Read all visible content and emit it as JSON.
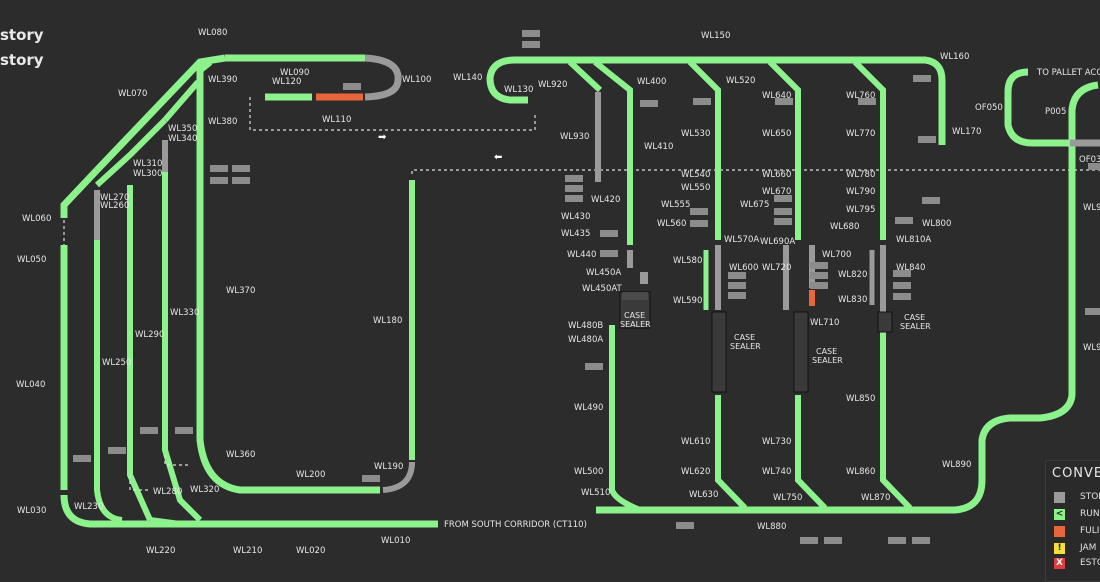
{
  "header": {
    "line1": "story",
    "line2": "story"
  },
  "colors": {
    "running": "#8cf28c",
    "stopped": "#9a9a9a",
    "full": "#e8663a",
    "jam": "#f5e03a",
    "estop": "#e23b3b",
    "sealer": "#3a3a3a"
  },
  "labels": {
    "wl010": "WL010",
    "wl020": "WL020",
    "wl030": "WL030",
    "wl040": "WL040",
    "wl050": "WL050",
    "wl060": "WL060",
    "wl070": "WL070",
    "wl080": "WL080",
    "wl090": "WL090",
    "wl100": "WL100",
    "wl110": "WL110",
    "wl120": "WL120",
    "wl130": "WL130",
    "wl140": "WL140",
    "wl150": "WL150",
    "wl160": "WL160",
    "wl170": "WL170",
    "wl180": "WL180",
    "wl190": "WL190",
    "wl200": "WL200",
    "wl210": "WL210",
    "wl220": "WL220",
    "wl230": "WL230",
    "wl250": "WL250",
    "wl260": "WL260",
    "wl270": "WL270",
    "wl280": "WL280",
    "wl290": "WL290",
    "wl300": "WL300",
    "wl310": "WL310",
    "wl320": "WL320",
    "wl330": "WL330",
    "wl340": "WL340",
    "wl350": "WL350",
    "wl360": "WL360",
    "wl370": "WL370",
    "wl380": "WL380",
    "wl390": "WL390",
    "wl400": "WL400",
    "wl410": "WL410",
    "wl420": "WL420",
    "wl430": "WL430",
    "wl435": "WL435",
    "wl440": "WL440",
    "wl450a": "WL450A",
    "wl450at": "WL450AT",
    "wl480b": "WL480B",
    "wl480a": "WL480A",
    "wl490": "WL490",
    "wl500": "WL500",
    "wl510": "WL510",
    "wl520": "WL520",
    "wl530": "WL530",
    "wl540": "WL540",
    "wl550": "WL550",
    "wl555": "WL555",
    "wl560": "WL560",
    "wl570a": "WL570A",
    "wl580": "WL580",
    "wl590": "WL590",
    "wl600": "WL600",
    "wl610": "WL610",
    "wl620": "WL620",
    "wl630": "WL630",
    "wl640": "WL640",
    "wl650": "WL650",
    "wl660": "WL660",
    "wl670": "WL670",
    "wl675": "WL675",
    "wl680": "WL680",
    "wl690a": "WL690A",
    "wl700": "WL700",
    "wl710": "WL710",
    "wl720": "WL720",
    "wl730": "WL730",
    "wl740": "WL740",
    "wl750": "WL750",
    "wl760": "WL760",
    "wl770": "WL770",
    "wl780": "WL780",
    "wl790": "WL790",
    "wl795": "WL795",
    "wl800": "WL800",
    "wl810a": "WL810A",
    "wl820": "WL820",
    "wl830": "WL830",
    "wl840": "WL840",
    "wl850": "WL850",
    "wl860": "WL860",
    "wl870": "WL870",
    "wl880": "WL880",
    "wl890": "WL890",
    "wl920": "WL920",
    "wl930": "WL930",
    "of050": "OF050",
    "p005": "P005",
    "of03": "OF03",
    "wl9a": "WL9",
    "wl9b": "WL9",
    "to_pallet": "TO PALLET ACC",
    "from_south": "FROM SOUTH CORRIDOR (CT110)",
    "case": "CASE",
    "sealer": "SEALER"
  },
  "legend": {
    "title": "CONVE",
    "items": [
      {
        "label": "STOI",
        "symbol": "",
        "color": "#9a9a9a"
      },
      {
        "label": "RUN",
        "symbol": "<",
        "color": "#8cf28c"
      },
      {
        "label": "FULI",
        "symbol": "",
        "color": "#e8663a"
      },
      {
        "label": "JAM",
        "symbol": "!",
        "color": "#f5e03a"
      },
      {
        "label": "ESTO",
        "symbol": "X",
        "color": "#e23b3b"
      }
    ]
  }
}
